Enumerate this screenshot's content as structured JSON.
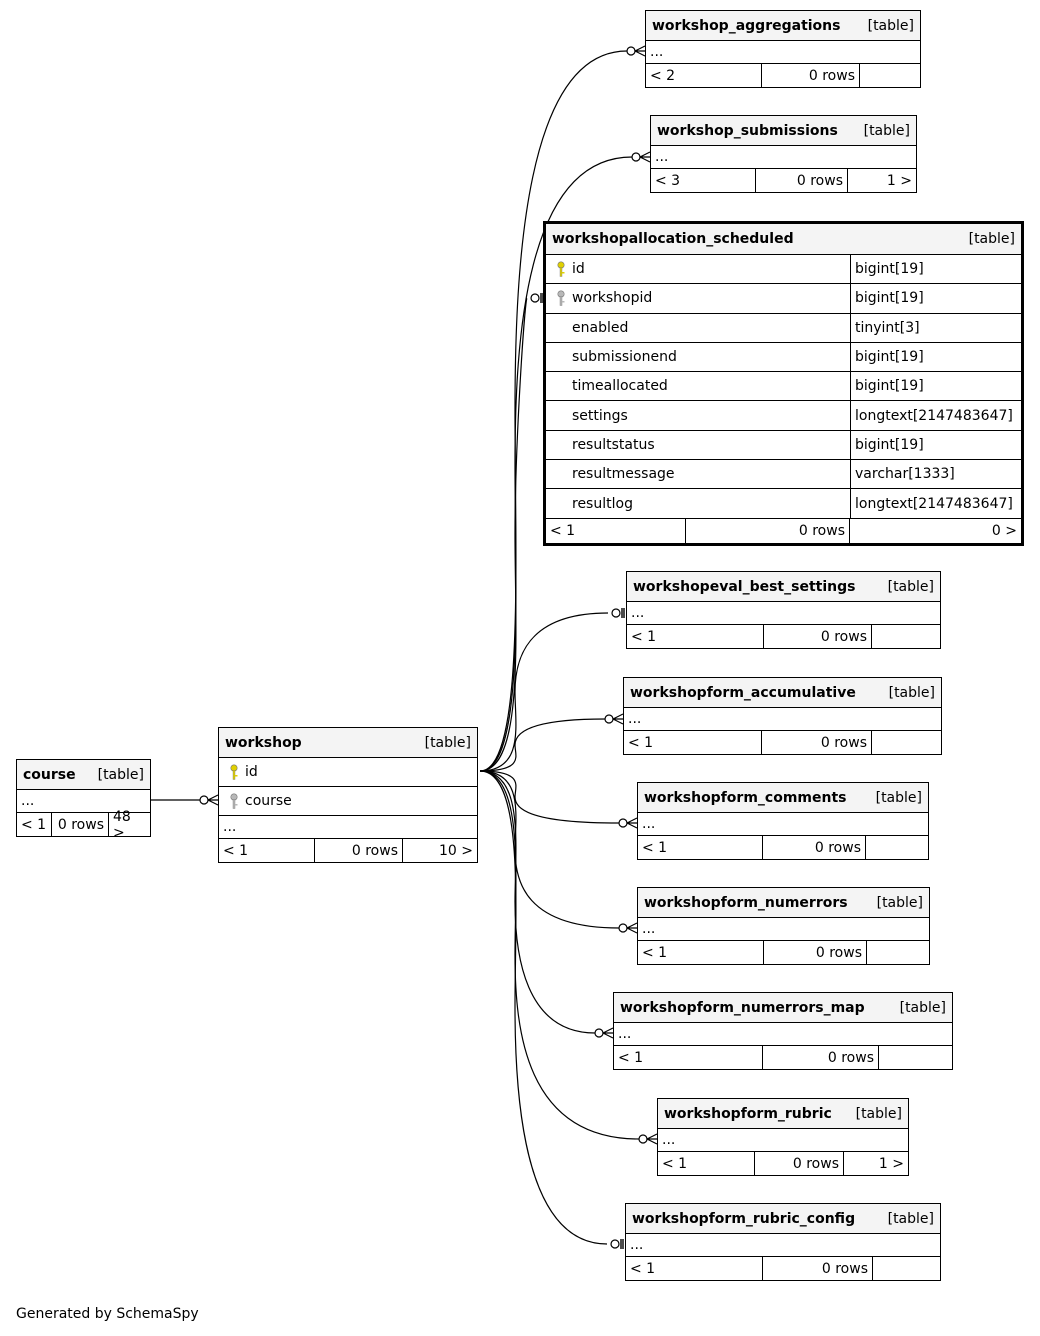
{
  "tables": {
    "workshop_aggregations": {
      "name": "workshop_aggregations",
      "type": "[table]",
      "ellipsis": "...",
      "parents": "< 2",
      "rows": "0 rows",
      "children": ""
    },
    "workshop_submissions": {
      "name": "workshop_submissions",
      "type": "[table]",
      "ellipsis": "...",
      "parents": "< 3",
      "rows": "0 rows",
      "children": "1 >"
    },
    "workshopallocation_scheduled": {
      "name": "workshopallocation_scheduled",
      "type": "[table]",
      "columns": [
        {
          "name": "id",
          "type": "bigint[19]",
          "key": "primary"
        },
        {
          "name": "workshopid",
          "type": "bigint[19]",
          "key": "foreign"
        },
        {
          "name": "enabled",
          "type": "tinyint[3]",
          "key": ""
        },
        {
          "name": "submissionend",
          "type": "bigint[19]",
          "key": ""
        },
        {
          "name": "timeallocated",
          "type": "bigint[19]",
          "key": ""
        },
        {
          "name": "settings",
          "type": "longtext[2147483647]",
          "key": ""
        },
        {
          "name": "resultstatus",
          "type": "bigint[19]",
          "key": ""
        },
        {
          "name": "resultmessage",
          "type": "varchar[1333]",
          "key": ""
        },
        {
          "name": "resultlog",
          "type": "longtext[2147483647]",
          "key": ""
        }
      ],
      "parents": "< 1",
      "rows": "0 rows",
      "children": "0 >"
    },
    "workshopeval_best_settings": {
      "name": "workshopeval_best_settings",
      "type": "[table]",
      "ellipsis": "...",
      "parents": "< 1",
      "rows": "0 rows",
      "children": ""
    },
    "workshopform_accumulative": {
      "name": "workshopform_accumulative",
      "type": "[table]",
      "ellipsis": "...",
      "parents": "< 1",
      "rows": "0 rows",
      "children": ""
    },
    "workshopform_comments": {
      "name": "workshopform_comments",
      "type": "[table]",
      "ellipsis": "...",
      "parents": "< 1",
      "rows": "0 rows",
      "children": ""
    },
    "workshopform_numerrors": {
      "name": "workshopform_numerrors",
      "type": "[table]",
      "ellipsis": "...",
      "parents": "< 1",
      "rows": "0 rows",
      "children": ""
    },
    "workshopform_numerrors_map": {
      "name": "workshopform_numerrors_map",
      "type": "[table]",
      "ellipsis": "...",
      "parents": "< 1",
      "rows": "0 rows",
      "children": ""
    },
    "workshopform_rubric": {
      "name": "workshopform_rubric",
      "type": "[table]",
      "ellipsis": "...",
      "parents": "< 1",
      "rows": "0 rows",
      "children": "1 >"
    },
    "workshopform_rubric_config": {
      "name": "workshopform_rubric_config",
      "type": "[table]",
      "ellipsis": "...",
      "parents": "< 1",
      "rows": "0 rows",
      "children": ""
    },
    "workshop": {
      "name": "workshop",
      "type": "[table]",
      "columns": [
        {
          "name": "id",
          "type": "",
          "key": "primary"
        },
        {
          "name": "course",
          "type": "",
          "key": "foreign"
        }
      ],
      "ellipsis": "...",
      "parents": "< 1",
      "rows": "0 rows",
      "children": "10 >"
    },
    "course": {
      "name": "course",
      "type": "[table]",
      "ellipsis": "...",
      "parents": "< 1",
      "rows": "0 rows",
      "children": "48 >"
    }
  },
  "colors": {
    "header_bg": "#f4f4f4",
    "primary_key": "#e0d000",
    "foreign_key": "#b8b8b8",
    "line": "#000000"
  },
  "footer": {
    "text": "Generated by SchemaSpy"
  }
}
